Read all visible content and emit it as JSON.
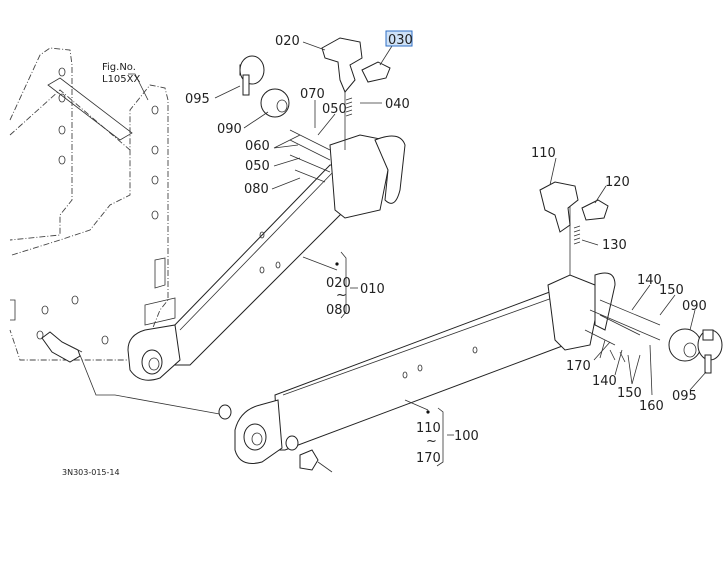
{
  "figure": {
    "fig_no_label": "Fig.No.",
    "fig_no_value": "L105XX",
    "drawing_code": "3N303-015-14"
  },
  "selected_part": "030",
  "colors": {
    "highlight_fill": "#cfe2f7",
    "highlight_border": "#2f6fc4",
    "line": "#222222"
  },
  "upper_arm_labels": [
    "020",
    "030",
    "095",
    "090",
    "070",
    "050",
    "040",
    "060",
    "050",
    "080"
  ],
  "lower_arm_labels": [
    "110",
    "120",
    "130",
    "140",
    "150",
    "090",
    "170",
    "140",
    "150",
    "160",
    "095"
  ],
  "groups": {
    "upper": {
      "from": "020",
      "tilde": "~",
      "to": "080",
      "assembly": "010"
    },
    "lower": {
      "from": "110",
      "tilde": "~",
      "to": "170",
      "assembly": "100"
    }
  }
}
